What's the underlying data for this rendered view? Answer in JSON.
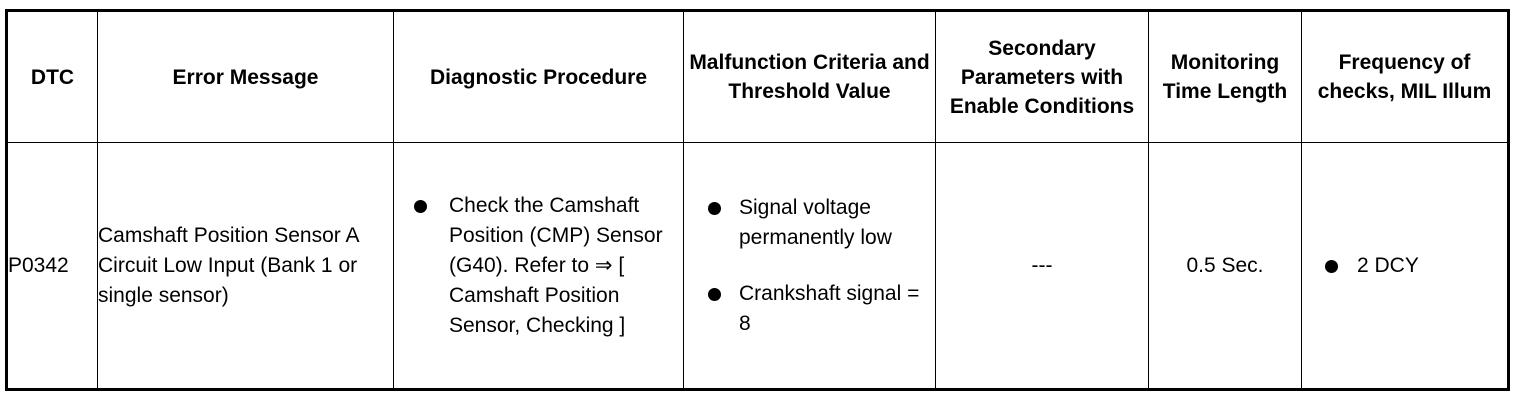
{
  "table": {
    "headers": {
      "dtc": "DTC",
      "error_message": "Error Message",
      "diagnostic_procedure": "Diagnostic Procedure",
      "malfunction_criteria": "Malfunction Criteria and Threshold Value",
      "secondary_parameters": "Secondary Parameters with Enable Conditions",
      "monitoring_time": "Monitoring Time Length",
      "frequency": "Frequency of checks, MIL Illum"
    },
    "row": {
      "dtc": "P0342",
      "error_message": "Camshaft Position Sensor A Circuit Low Input (Bank 1 or single sensor)",
      "diagnostic_procedure": [
        "Check the Camshaft Position (CMP) Sensor (G40). Refer to ⇒ [ Camshaft Position Sensor, Checking ]"
      ],
      "malfunction_criteria": [
        "Signal voltage permanently low",
        "Crankshaft signal = 8"
      ],
      "secondary_parameters": "---",
      "monitoring_time": "0.5 Sec.",
      "frequency": [
        "2 DCY"
      ]
    }
  }
}
